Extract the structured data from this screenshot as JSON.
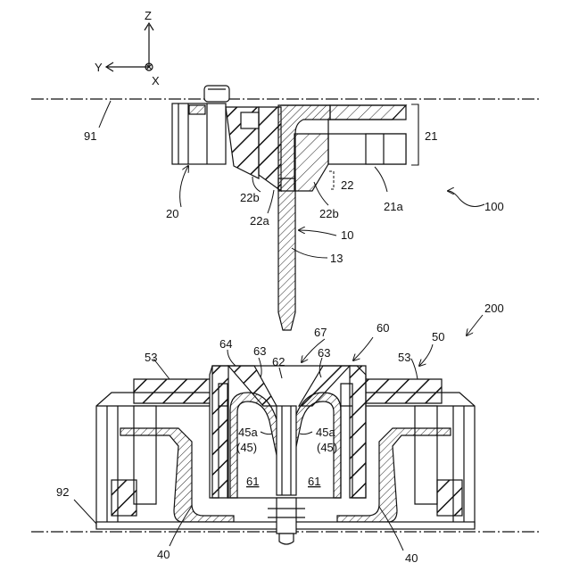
{
  "axes": {
    "z": "Z",
    "y": "Y",
    "x": "X"
  },
  "labels": {
    "l91": "91",
    "l21": "21",
    "l20": "20",
    "l22b_left": "22b",
    "l22": "22",
    "l21a": "21a",
    "l100": "100",
    "l22a": "22a",
    "l22b_right": "22b",
    "l10": "10",
    "l13": "13",
    "l200": "200",
    "l67": "67",
    "l60": "60",
    "l50": "50",
    "l64": "64",
    "l63_left": "63",
    "l63_right": "63",
    "l62": "62",
    "l53_left": "53",
    "l53_right": "53",
    "l45a_left": "45a",
    "l45_left": "(45)",
    "l45a_right": "45a",
    "l45_right": "(45)",
    "l61_left": "61",
    "l61_right": "61",
    "l92": "92",
    "l40_left": "40",
    "l40_right": "40"
  }
}
